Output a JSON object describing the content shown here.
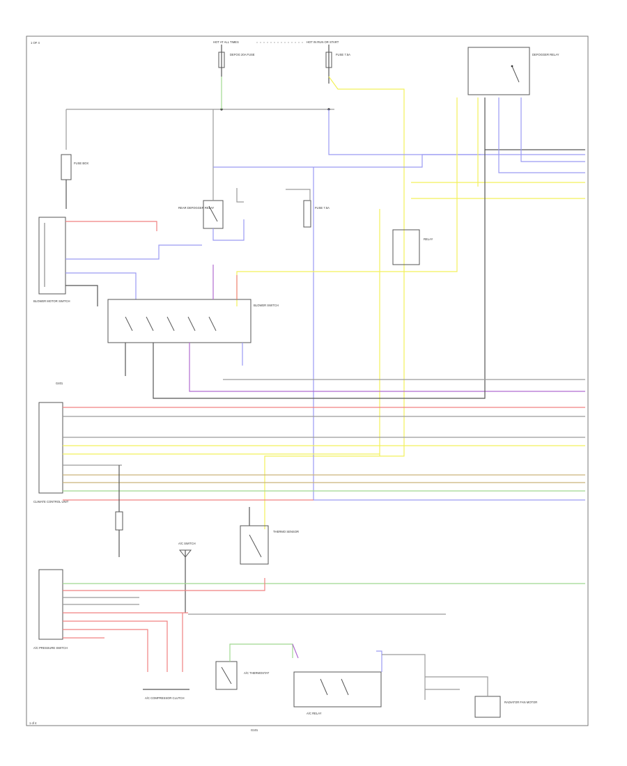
{
  "diagram": {
    "page_label": "1 OF 4",
    "footer_label": "1 of 4",
    "top_bus_labels": [
      "HOT AT ALL TIMES",
      "HOT IN RUN OR START"
    ],
    "component_labels": {
      "fuse_a": "DEFOG 20A FUSE",
      "fuse_b": "FUSE 7.5A",
      "relay_tr": "DEFOGGER RELAY",
      "fuse_box_left": "FUSE BOX",
      "relay_center": "REAR DEFOGGER RELAY",
      "fuse_center": "FUSE 7.5A",
      "relay_right": "RELAY",
      "left_module": "BLOWER MOTOR SWITCH",
      "switch_center": "BLOWER SWITCH",
      "left_ground": "G401",
      "connector_left": "CLIMATE CONTROL UNIT",
      "sensor_mid": "THERMO SENSOR",
      "a_c_switch": "A/C SWITCH",
      "compressor_clutch": "A/C COMPRESSOR CLUTCH",
      "lower_left_module": "A/C PRESSURE SWITCH",
      "bottom_thermal": "A/C THERMOSTAT",
      "bottom_mid_relay": "A/C RELAY",
      "bottom_right": "RADIATOR FAN MOTOR",
      "ground_bottom": "G101"
    }
  }
}
